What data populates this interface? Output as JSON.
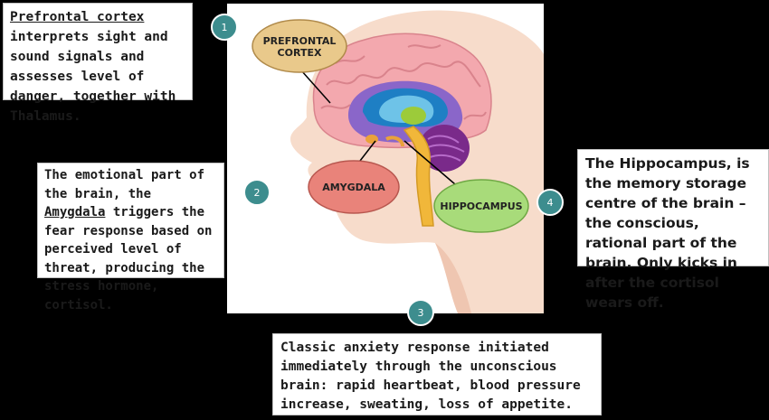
{
  "callouts": {
    "prefrontal": {
      "term": "Prefrontal cortex ",
      "text": "interprets sight and sound signals and assesses level of danger, together with Thalamus."
    },
    "amygdala": {
      "before": "The emotional part of the brain, the ",
      "term": "Amygdala",
      "after": " triggers the fear response based on perceived level of threat, producing the stress hormone, cortisol."
    },
    "anxiety": {
      "text": "Classic anxiety response initiated immediately through the unconscious brain: rapid heartbeat, blood pressure increase, sweating, loss of appetite."
    },
    "hippocampus": {
      "text": "The Hippocampus, is the memory storage centre of the brain – the conscious, rational part of the brain. Only kicks in after the cortisol wears off."
    }
  },
  "steps": [
    "1",
    "2",
    "3",
    "4"
  ],
  "labels": {
    "prefrontal": "PREFRONTAL",
    "cortex": "CORTEX",
    "amygdala": "AMYGDALA",
    "hippocampus": "HIPPOCAMPUS"
  },
  "colors": {
    "background": "#000000",
    "badge": "#3d8d8e",
    "prefrontal_label": "#e9c98b",
    "amygdala_label": "#e9837a",
    "hippocampus_label": "#a8db7a"
  }
}
